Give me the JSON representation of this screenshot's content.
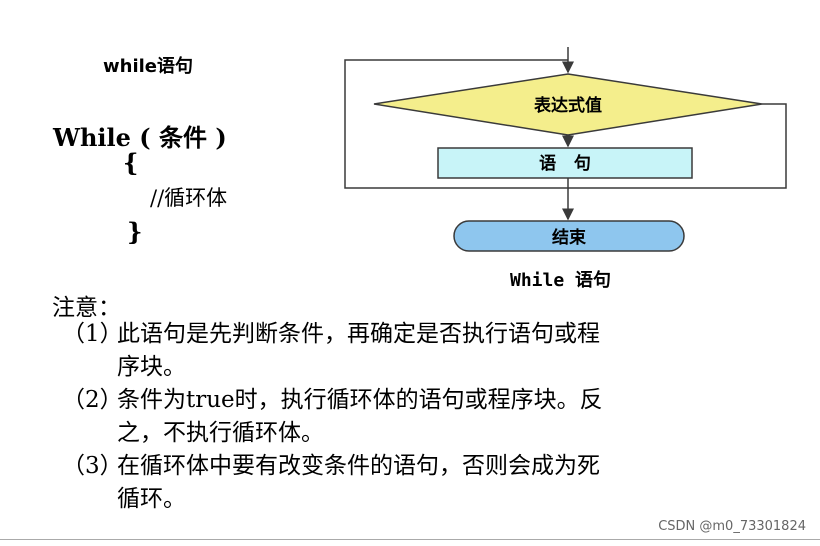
{
  "heading": "while语句",
  "code": {
    "line1": "While ( 条件 )",
    "line2": "{",
    "line3": "//循环体",
    "line4": "}"
  },
  "flowchart": {
    "condition": "表达式值",
    "body": "语   句",
    "end": "结束",
    "caption": "While 语句",
    "colors": {
      "condition_fill": "#f4ee8c",
      "body_fill": "#c8f4f8",
      "end_fill": "#8ec6ee",
      "stroke": "#3a3a3a"
    }
  },
  "notes": {
    "title": "注意：",
    "items": [
      {
        "num": "（1）",
        "line1": "此语句是先判断条件，再确定是否执行语句或程",
        "line2": "序块。"
      },
      {
        "num": "（2）",
        "line1": "条件为true时，执行循环体的语句或程序块。反",
        "line2": "之，不执行循环体。"
      },
      {
        "num": "（3）",
        "line1": "在循环体中要有改变条件的语句，否则会成为死",
        "line2": "循环。"
      }
    ]
  },
  "watermark": "CSDN @m0_73301824"
}
